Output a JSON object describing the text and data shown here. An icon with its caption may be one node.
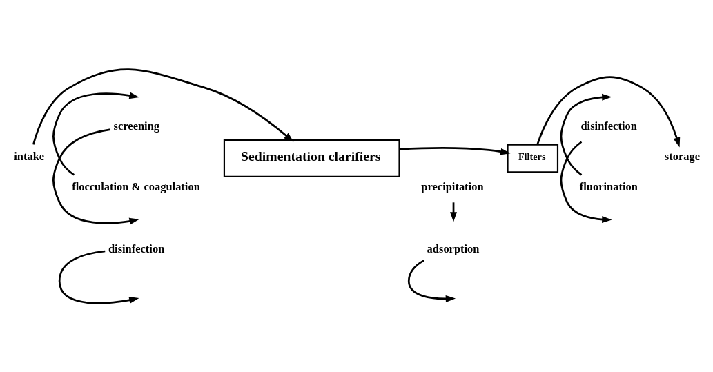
{
  "diagram": {
    "nodes": [
      {
        "text": [
          "intake"
        ]
      },
      {
        "text": [
          "Sedimentation clarifiers"
        ]
      },
      {
        "text": [
          "Filters"
        ]
      },
      {
        "text": [
          "storage"
        ]
      },
      {
        "text": [
          "screening"
        ]
      },
      {
        "text": [
          "disinfection"
        ]
      },
      {
        "text": [
          "flocculation & coagulation"
        ]
      },
      {
        "text": [
          "adsorption"
        ]
      },
      {
        "text": [
          "precipitation"
        ]
      },
      {
        "text": [
          "disinfection"
        ]
      },
      {
        "text": [
          "fluorination"
        ]
      }
    ],
    "edges": [
      {
        "from": 0,
        "to": 1,
        "arrow": "to"
      },
      {
        "from": 1,
        "to": 2,
        "arrow": "to"
      },
      {
        "from": 2,
        "to": 3,
        "arrow": "to"
      },
      {
        "from": 4,
        "to": null,
        "arrow": "to"
      },
      {
        "from": 5,
        "to": null,
        "arrow": "to"
      },
      {
        "from": 6,
        "to": null,
        "arrow": "to"
      },
      {
        "from": 7,
        "to": null,
        "arrow": "to"
      },
      {
        "from": 8,
        "to": null,
        "arrow": "to"
      },
      {
        "from": 9,
        "to": null,
        "arrow": "to"
      },
      {
        "from": 10,
        "to": null,
        "arrow": "to"
      }
    ]
  }
}
